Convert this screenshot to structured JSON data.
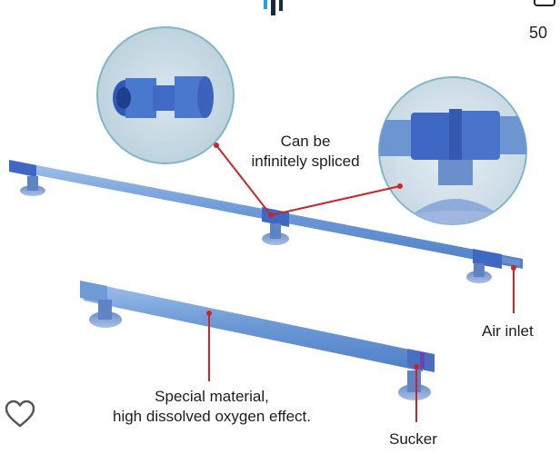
{
  "header": {
    "page_counter": "50"
  },
  "labels": {
    "spliced_line1": "Can be",
    "spliced_line2": "infinitely spliced",
    "air_inlet": "Air inlet",
    "material_line1": "Special material,",
    "material_line2": "high dissolved oxygen effect.",
    "sucker": "Sucker"
  },
  "icons": {
    "favorite": "heart-outline-icon",
    "brand": "brand-logo-icon",
    "close": "close-icon"
  },
  "colors": {
    "tube": "#6e9ad6",
    "tube_dark": "#4e7fc8",
    "connector": "#3f68c4",
    "suction_cup": "#89a6d8",
    "callout": "#c8262b",
    "zoom_ring": "#7fb7c7"
  }
}
